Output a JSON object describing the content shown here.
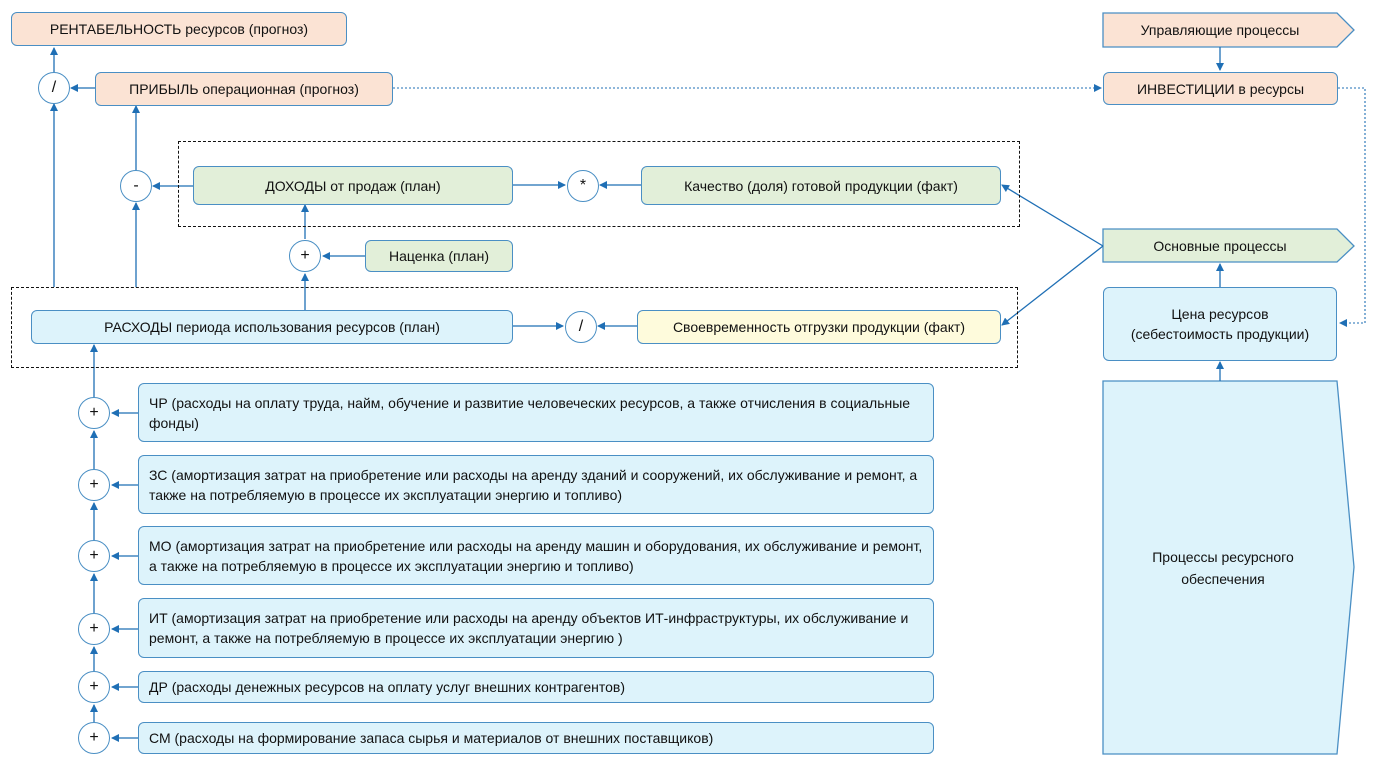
{
  "top": {
    "profitability": "РЕНТАБЕЛЬНОСТЬ ресурсов (прогноз)",
    "profit": "ПРИБЫЛЬ операционная (прогноз)",
    "div_op": "/",
    "minus_op": "-"
  },
  "revenue": {
    "label": "ДОХОДЫ от продаж (план)",
    "mult_op": "*",
    "quality": "Качество (доля) готовой продукции (факт)"
  },
  "markup": {
    "plus_op": "+",
    "label": "Наценка (план)"
  },
  "expenses": {
    "label": "РАСХОДЫ периода использования ресурсов (план)",
    "div_op": "/",
    "timeliness": "Своевременность отгрузки продукции (факт)"
  },
  "resources": [
    {
      "op": "+",
      "text": "ЧР (расходы на оплату труда, найм, обучение и развитие человеческих ресурсов, а также отчисления в социальные фонды)"
    },
    {
      "op": "+",
      "text": "ЗС (амортизация затрат на приобретение или расходы на аренду зданий и сооружений, их обслуживание и ремонт, а также на потребляемую в процессе их эксплуатации энергию и топливо)"
    },
    {
      "op": "+",
      "text": "МО (амортизация затрат на приобретение или расходы на аренду машин и оборудования, их обслуживание и ремонт, а также на потребляемую в процессе их эксплуатации энергию и топливо)"
    },
    {
      "op": "+",
      "text": "ИТ (амортизация затрат на приобретение или расходы на аренду объектов ИТ-инфраструктуры, их обслуживание и ремонт, а также на потребляемую в процессе их эксплуатации энергию )"
    },
    {
      "op": "+",
      "text": "ДР (расходы денежных ресурсов на оплату услуг внешних контрагентов)"
    },
    {
      "op": "+",
      "text": "СМ (расходы на формирование запаса сырья и материалов от внешних поставщиков)"
    }
  ],
  "right": {
    "management": "Управляющие процессы",
    "investments": "ИНВЕСТИЦИИ в ресурсы",
    "core": "Основные процессы",
    "price_line1": "Цена ресурсов",
    "price_line2": "(себестоимость продукции)",
    "support_line1": "Процессы ресурсного",
    "support_line2": "обеспечения"
  },
  "colors": {
    "line": "#1f6fb5",
    "border": "#4a8fc4",
    "peach": "#fbe3d4",
    "green": "#e2efd9",
    "blue": "#ddf3fb",
    "yellow": "#fefbdc"
  }
}
